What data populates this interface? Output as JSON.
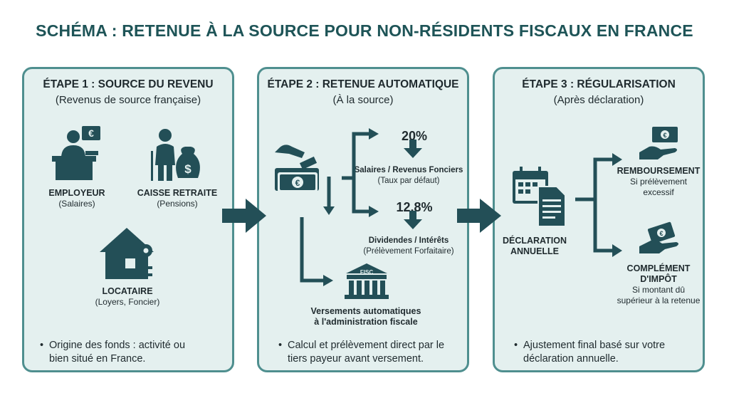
{
  "title": "SCHÉMA : RETENUE À LA SOURCE POUR NON-RÉSIDENTS FISCAUX EN FRANCE",
  "steps": [
    {
      "heading": "ÉTAPE 1 : SOURCE DU REVENU",
      "subheading": "(Revenus de source française)",
      "items": [
        {
          "label": "EMPLOYEUR",
          "sub": "(Salaires)",
          "icon": "employer-desk-icon"
        },
        {
          "label": "CAISSE RETRAITE",
          "sub": "(Pensions)",
          "icon": "retiree-money-bag-icon"
        },
        {
          "label": "LOCATAIRE",
          "sub": "(Loyers, Foncier)",
          "icon": "house-key-icon"
        }
      ],
      "note_line1": "Origine des fonds : activité ou",
      "note_line2": "bien situé en France."
    },
    {
      "heading": "ÉTAPE 2 : RETENUE AUTOMATIQUE",
      "subheading": "(À la source)",
      "rates": [
        {
          "rate": "20%",
          "label": "Salaires / Revenus Fonciers",
          "sub": "(Taux par défaut)"
        },
        {
          "rate": "12.8%",
          "label": "Dividendes / Intérêts",
          "sub": "(Prélèvement Forfaitaire)"
        }
      ],
      "fisc": {
        "badge": "FISC",
        "label_line1": "Versements automatiques",
        "label_line2": "à l'administration fiscale"
      },
      "note_line1": "Calcul et prélèvement direct par le",
      "note_line2": "tiers payeur avant versement."
    },
    {
      "heading": "ÉTAPE 3 : RÉGULARISATION",
      "subheading": "(Après déclaration)",
      "declaration_line1": "DÉCLARATION",
      "declaration_line2": "ANNUELLE",
      "outcomes": [
        {
          "label": "REMBOURSEMENT",
          "sub_line1": "Si prélèvement",
          "sub_line2": "excessif"
        },
        {
          "label_line1": "COMPLÉMENT",
          "label_line2": "D'IMPÔT",
          "sub_line1": "Si montant dû",
          "sub_line2": "supérieur à la retenue"
        }
      ],
      "note_line1": "Ajustement final basé sur votre",
      "note_line2": "déclaration annuelle."
    }
  ],
  "bullet": "•",
  "colors": {
    "accent": "#1e5457",
    "panel_bg": "#e4f0ef",
    "panel_border": "#4f8f8f",
    "icon": "#234f57"
  }
}
